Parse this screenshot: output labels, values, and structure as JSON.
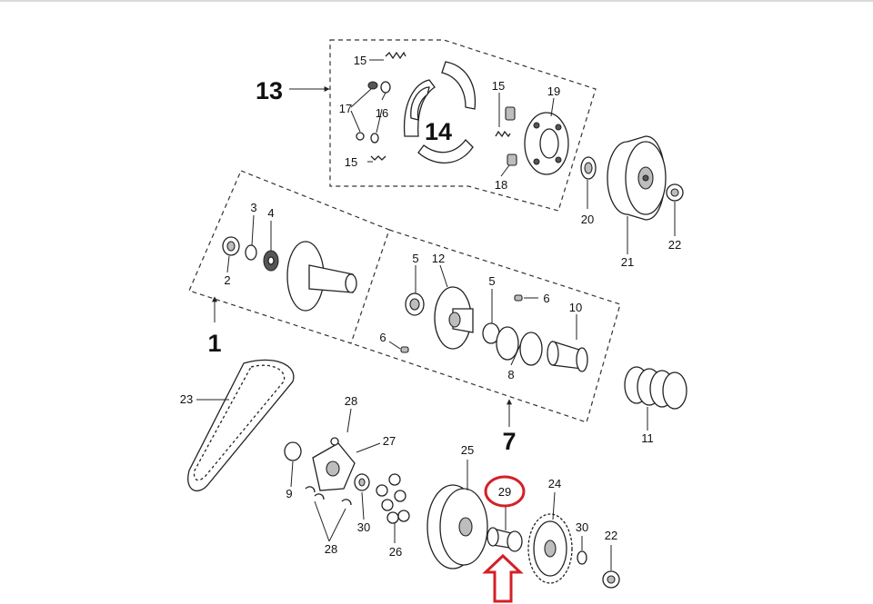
{
  "diagram": {
    "group_labels": {
      "g1": "1",
      "g7": "7",
      "g13": "13",
      "g14": "14"
    },
    "part_labels": {
      "p2": "2",
      "p3": "3",
      "p4": "4",
      "p5a": "5",
      "p5b": "5",
      "p6a": "6",
      "p6b": "6",
      "p8": "8",
      "p9": "9",
      "p10": "10",
      "p11": "11",
      "p12": "12",
      "p15a": "15",
      "p15b": "15",
      "p15c": "15",
      "p16": "16",
      "p17": "17",
      "p18": "18",
      "p19": "19",
      "p20": "20",
      "p21": "21",
      "p22a": "22",
      "p22b": "22",
      "p23": "23",
      "p24": "24",
      "p25": "25",
      "p26": "26",
      "p27": "27",
      "p28a": "28",
      "p28b": "28",
      "p29": "29",
      "p30a": "30",
      "p30b": "30"
    },
    "highlight": {
      "circle_color": "#d42027",
      "arrow_color": "#d42027",
      "target_part": "29"
    }
  }
}
